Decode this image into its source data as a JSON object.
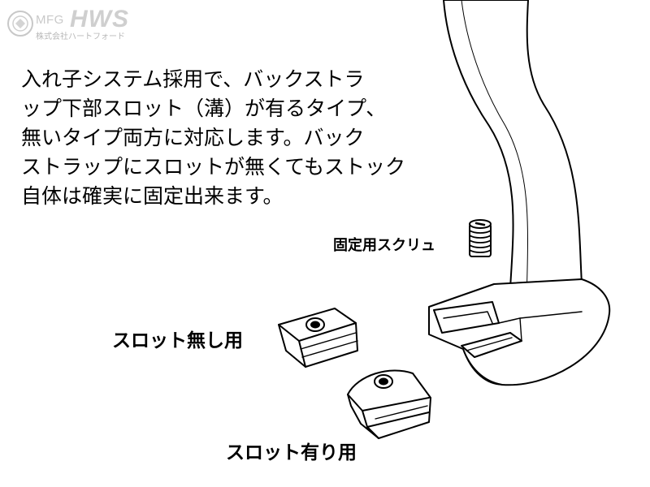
{
  "logo": {
    "mfg": "MFG",
    "brand": "HWS",
    "company": "株式会社ハートフォード"
  },
  "description": {
    "lines": [
      "入れ子システム採用で、バックストラ",
      "ップ下部スロット（溝）が有るタイプ、",
      "無いタイプ両方に対応します。バック",
      "ストラップにスロットが無くてもストック",
      "自体は確実に固定出来ます。"
    ]
  },
  "labels": {
    "screw": "固定用スクリュ",
    "no_slot": "スロット無し用",
    "with_slot": "スロット有り用"
  }
}
